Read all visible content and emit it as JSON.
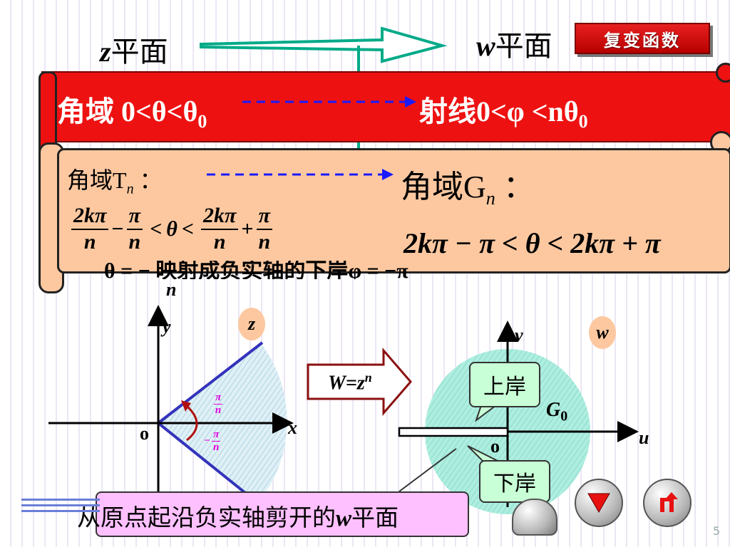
{
  "header": {
    "z_var": "z",
    "z_plane_suffix": "平面",
    "w_var": "w",
    "w_plane_suffix": "平面",
    "badge": "复变函数"
  },
  "red_band": {
    "left_text": "角域 0<θ<θ",
    "left_sub": "0",
    "right_text": "射线0<φ <nθ",
    "right_sub": "0"
  },
  "peach_box": {
    "left_label": "角域T",
    "left_label_sub": "n",
    "colon": "：",
    "right_label": "角域G",
    "right_label_sub": "n",
    "left_ineq": {
      "f1_num": "2kπ",
      "f1_den": "n",
      "minus": "−",
      "f2_num": "π",
      "f2_den": "n",
      "lt1": "<",
      "theta": "θ",
      "lt2": "<",
      "f3_num": "2kπ",
      "f3_den": "n",
      "plus": "+",
      "f4_num": "π",
      "f4_den": "n"
    },
    "right_ineq": "2kπ − π < θ < 2kπ + π"
  },
  "hidden_line": {
    "text": "θ = −  映射成负实轴的下岸φ = −π",
    "den": "n"
  },
  "z_diagram": {
    "y_label": "y",
    "x_label": "x",
    "origin": "o",
    "plane_label": "z",
    "upper_angle_num": "π",
    "upper_angle_den": "n",
    "lower_angle_sign": "−",
    "lower_angle_num": "π",
    "lower_angle_den": "n"
  },
  "mapping_arrow": {
    "text": "W=z",
    "exp": "n"
  },
  "w_diagram": {
    "v_label": "v",
    "u_label": "u",
    "origin": "o",
    "plane_label": "w",
    "region_label": "G",
    "region_sub": "0",
    "upper_bank": "上岸",
    "lower_bank": "下岸"
  },
  "caption": {
    "prefix": "从原点起沿负实轴剪开的",
    "var": "w",
    "suffix": "平面"
  },
  "nav": {
    "page_number": "5"
  },
  "colors": {
    "red_band": "#ee1111",
    "peach": "#fdc8a0",
    "teal_circle": "#aeeee0",
    "wedge_edge": "#3333bb",
    "arrow_green": "#00aa88",
    "callout_green": "#c8ffd6",
    "caption_pink": "#ffc0ff",
    "dashed_blue": "#1a1aff"
  }
}
